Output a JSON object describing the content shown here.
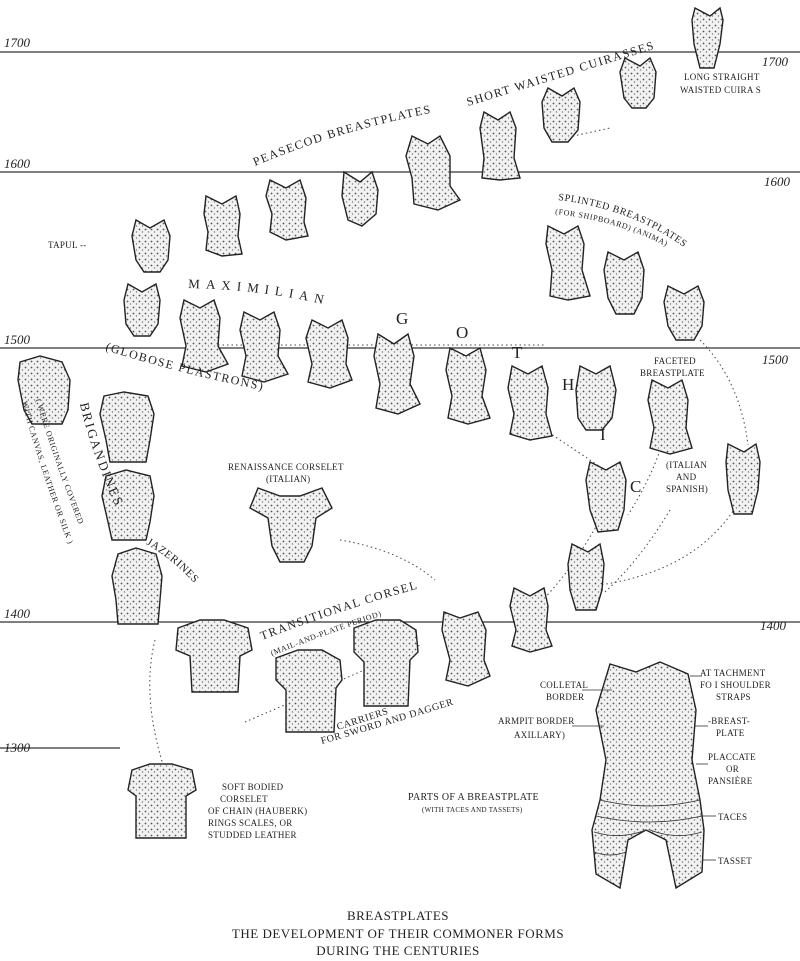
{
  "centuries": [
    {
      "year": "1700",
      "right_label": "1700"
    },
    {
      "year": "1600",
      "right_label": "1600"
    },
    {
      "year": "1500",
      "right_label": "1500"
    },
    {
      "year": "1400",
      "right_label": "1400"
    },
    {
      "year": "1300",
      "right_label": ""
    }
  ],
  "arcs": {
    "short_waisted": "SHORT WAISTED CUIRASSES",
    "peasecod": "PEASECOD BREASTPLATES",
    "maximilian": "MAXIMILIAN",
    "globose": "(GLOBOSE PLASTRONS)",
    "splinted_1": "SPLINTED BREASTPLATES",
    "splinted_2": "(FOR SHIPBOARD) (ANIMA)",
    "transitional_1": "TRANSITIONAL CORSELETS",
    "transitional_2": "(MAIL-AND-PLATE PERIOD)",
    "carriers_1": "CARRIERS",
    "carriers_2": "FOR SWORD AND DAGGER",
    "brigandines": "BRIGANDINES",
    "brigandines_note_1": "( WERE ORIGINALLY COVERED",
    "brigandines_note_2": "WITH CANVAS, LEATHER OR SILK )",
    "jazerines": "JAZERINES"
  },
  "gothic_letters": [
    "G",
    "O",
    "T",
    "H",
    "I",
    "C"
  ],
  "labels": {
    "long_straight_1": "LONG STRAIGHT",
    "long_straight_2": "WAISTED CUIRA S",
    "tapul": "TAPUL --",
    "faceted_1": "FACETED",
    "faceted_2": "BREASTPLATE",
    "italian_1": "(ITALIAN",
    "italian_2": "AND",
    "italian_3": "SPANISH)",
    "renaissance_1": "RENAISSANCE CORSELET",
    "renaissance_2": "(ITALIAN)",
    "soft_1": "SOFT BODIED",
    "soft_2": "CORSELET",
    "soft_3": "OF CHAIN (HAUBERK)",
    "soft_4": "RINGS SCALES, OR",
    "soft_5": "STUDDED LEATHER",
    "parts_1": "PARTS OF A BREASTPLATE",
    "parts_2": "(WITH TACES AND TASSETS)",
    "colletal_1": "COLLETAL",
    "colletal_2": "BORDER",
    "armpit_1": "ARMPIT BORDER",
    "armpit_2": "AXILLARY)",
    "attachment_1": "AT TACHMENT",
    "attachment_2": "FO I SHOULDER",
    "attachment_3": "STRAPS",
    "breastplate_1": "-BREAST-",
    "breastplate_2": "PLATE",
    "placcate_1": "PLACCATE",
    "placcate_2": "OR",
    "placcate_3": "PANSIÈRE",
    "taces": "TACES",
    "tasset": "TASSET"
  },
  "caption": {
    "line1": "BREASTPLATES",
    "line2": "THE DEVELOPMENT OF THEIR COMMONER FORMS",
    "line3": "DURING THE CENTURIES"
  }
}
